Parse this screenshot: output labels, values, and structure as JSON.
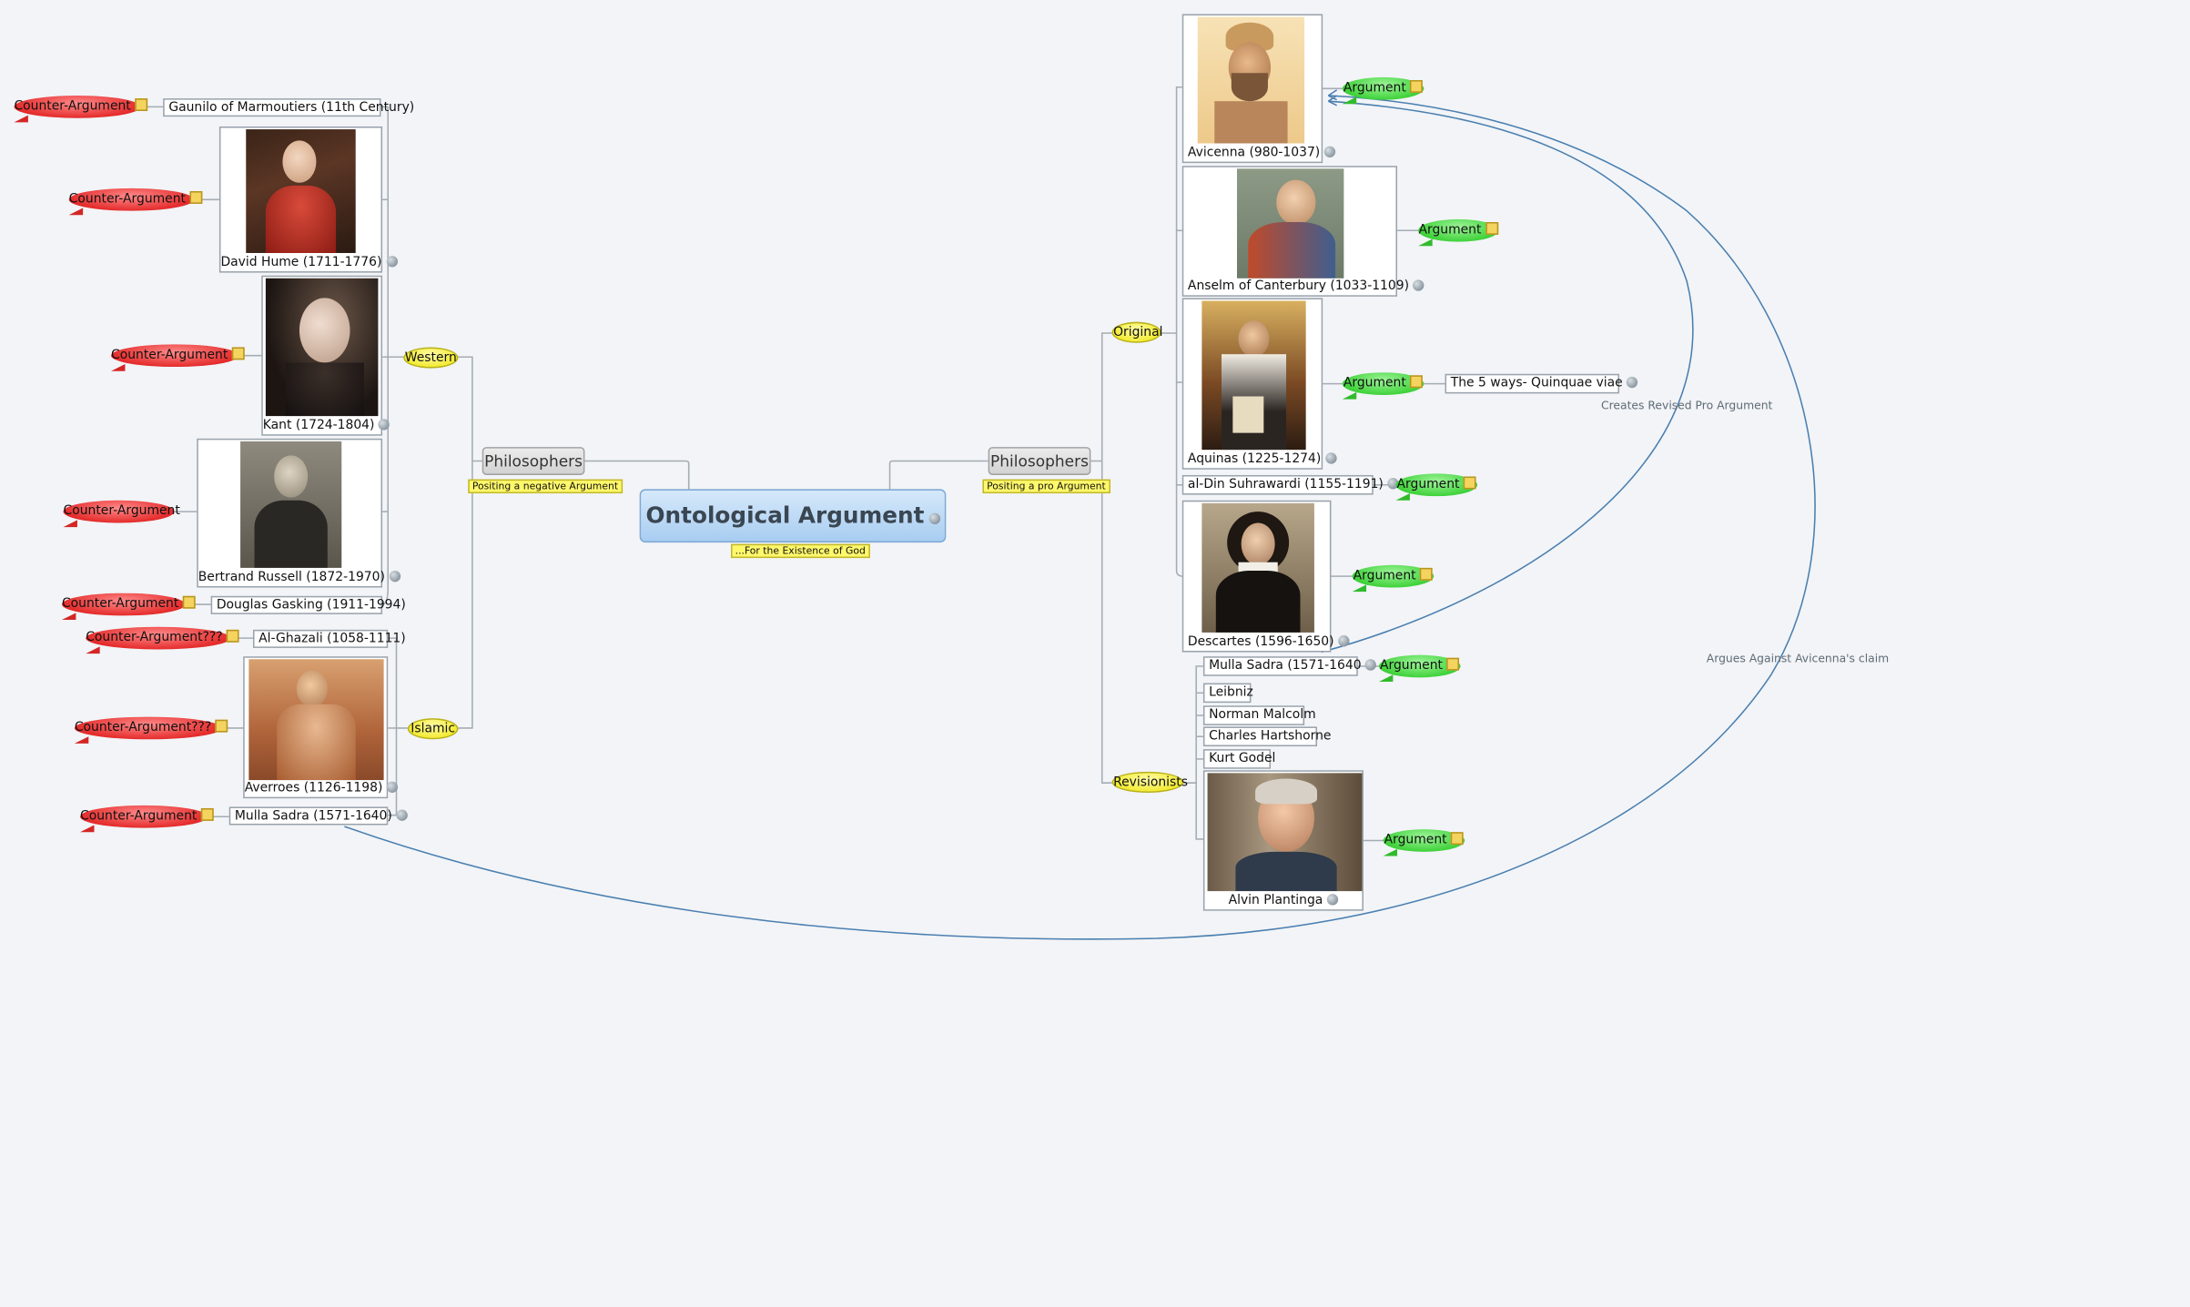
{
  "central": {
    "title": "Ontological Argument",
    "subtitle": "...For the Existence of God"
  },
  "left": {
    "philosophers_label": "Philosophers",
    "philosophers_tag": "Positing a negative Argument",
    "western_label": "Western",
    "islamic_label": "Islamic",
    "western": [
      {
        "name": "Gaunilo of Marmoutiers (11th Century)",
        "bubble": "Counter-Argument"
      },
      {
        "name": "David Hume (1711-1776)",
        "bubble": "Counter-Argument"
      },
      {
        "name": "Kant (1724-1804)",
        "bubble": "Counter-Argument"
      },
      {
        "name": "Bertrand Russell (1872-1970)",
        "bubble": "Counter-Argument"
      },
      {
        "name": "Douglas Gasking (1911-1994)",
        "bubble": "Counter-Argument"
      }
    ],
    "islamic": [
      {
        "name": "Al-Ghazali (1058-1111)",
        "bubble": "Counter-Argument???"
      },
      {
        "name": "Averroes (1126-1198)",
        "bubble": "Counter-Argument???"
      },
      {
        "name": "Mulla Sadra (1571-1640)",
        "bubble": "Counter-Argument"
      }
    ]
  },
  "right": {
    "philosophers_label": "Philosophers",
    "philosophers_tag": "Positing a pro Argument",
    "original_label": "Original",
    "revisionists_label": "Revisionists",
    "original": [
      {
        "name": "Avicenna (980-1037)",
        "bubble": "Argument"
      },
      {
        "name": "Anselm of Canterbury (1033-1109)",
        "bubble": "Argument"
      },
      {
        "name": "Aquinas (1225-1274)",
        "bubble": "Argument",
        "extra": "The 5 ways- Quinquae viae"
      },
      {
        "name": "al-Din Suhrawardi (1155-1191)",
        "bubble": "Argument"
      },
      {
        "name": "Descartes (1596-1650)",
        "bubble": "Argument"
      }
    ],
    "revisionists": [
      {
        "name": "Mulla Sadra (1571-1640",
        "bubble": "Argument"
      },
      {
        "name": "Leibniz"
      },
      {
        "name": "Norman Malcolm"
      },
      {
        "name": "Charles Hartshorne"
      },
      {
        "name": "Kurt Godel"
      },
      {
        "name": "Alvin Plantinga",
        "bubble": "Argument"
      }
    ]
  },
  "relations": {
    "revised": "Creates Revised Pro Argument",
    "against": "Argues Against Avicenna's claim"
  },
  "colors": {
    "counter": "#e52c2c",
    "argument": "#3fd23a",
    "category": "#f2ea2c",
    "central": "#a8cdf1",
    "connector": "#4a7fb0"
  }
}
